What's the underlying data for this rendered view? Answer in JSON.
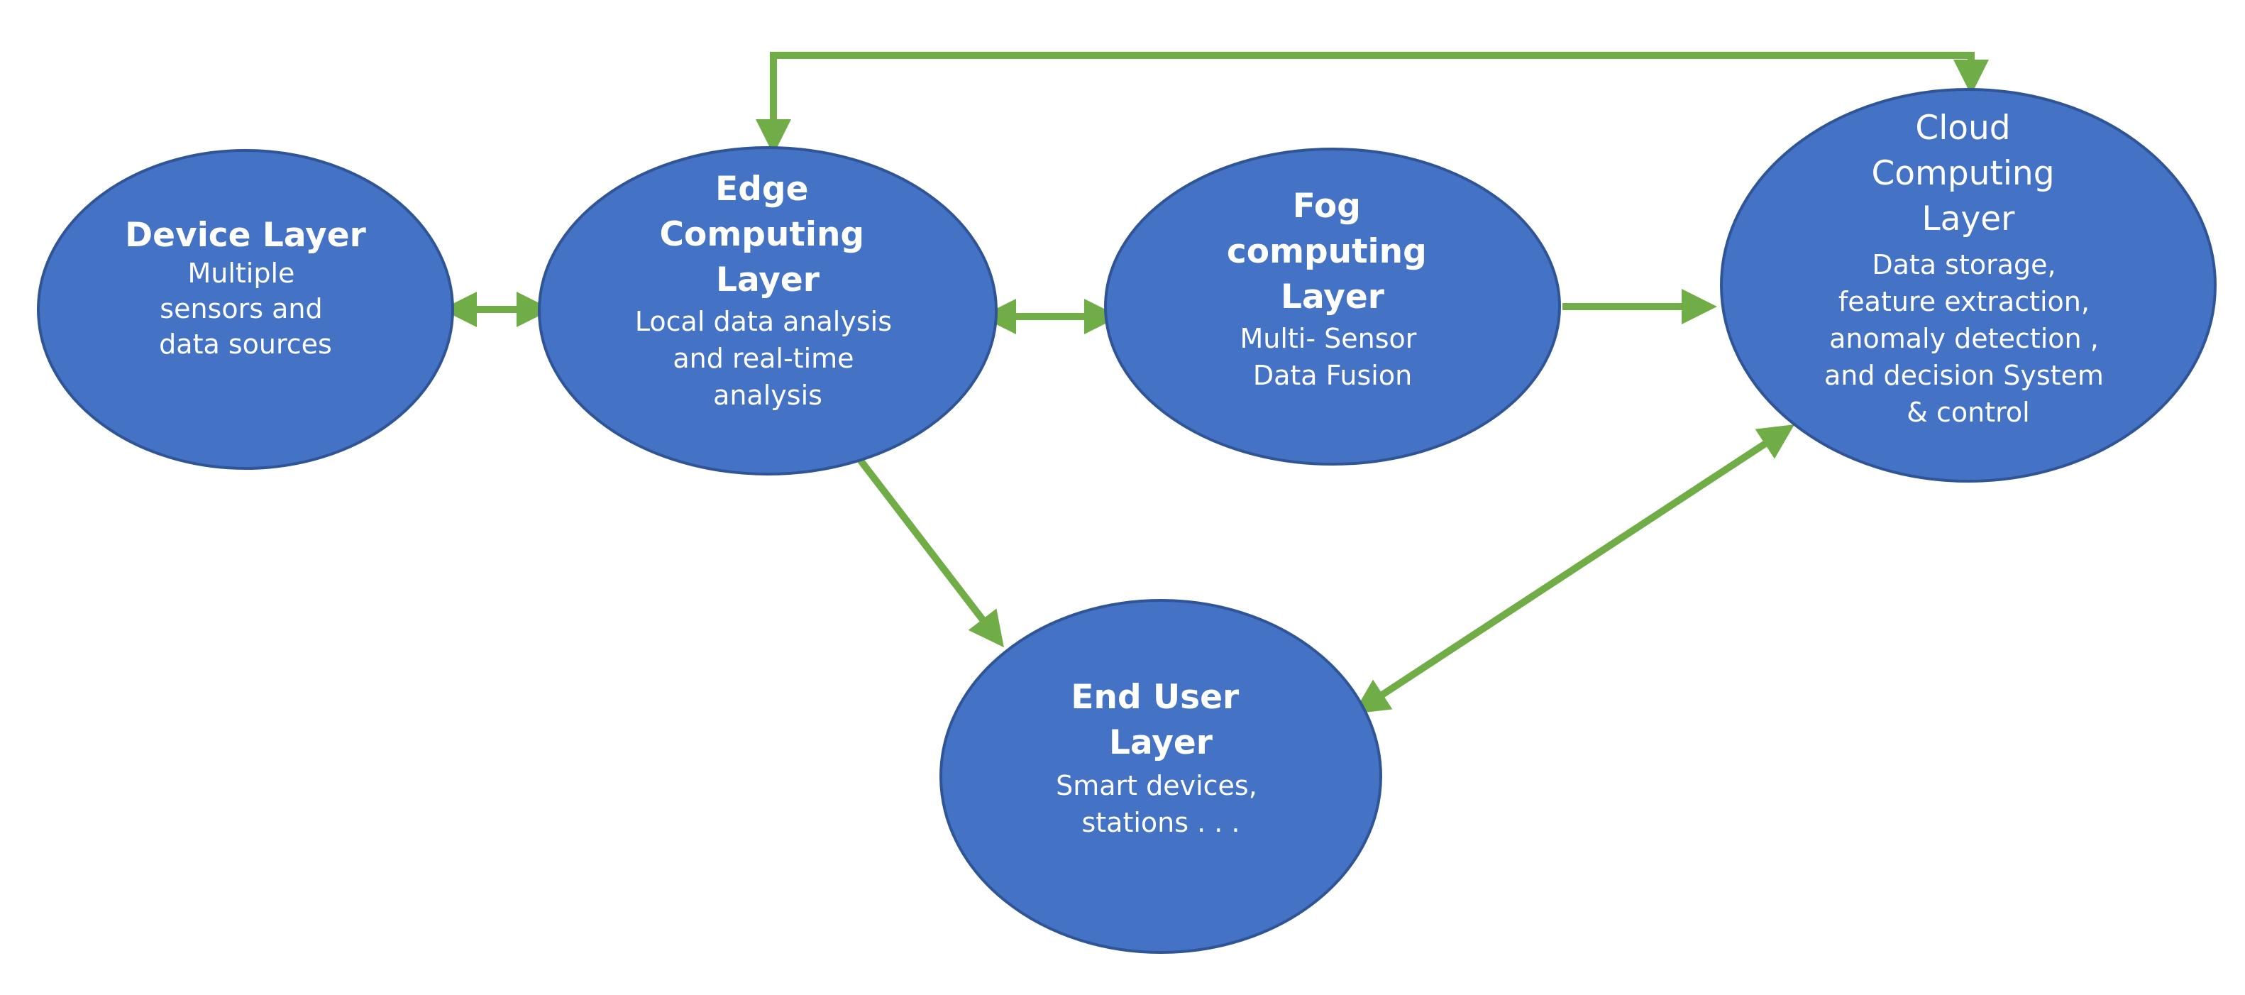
{
  "colors": {
    "node_fill": "#4472c4",
    "node_stroke": "#2f5597",
    "arrow": "#70ad47",
    "text": "#ffffff"
  },
  "nodes": {
    "device": {
      "title": [
        "Device Layer"
      ],
      "desc": [
        "Multiple",
        "sensors and",
        "data sources"
      ]
    },
    "edge": {
      "title": [
        "Edge",
        "Computing",
        "Layer"
      ],
      "desc": [
        "Local data analysis",
        "and real-time",
        "analysis"
      ]
    },
    "fog": {
      "title": [
        "Fog",
        "computing",
        "Layer"
      ],
      "desc": [
        "Multi- Sensor",
        "Data Fusion"
      ]
    },
    "cloud": {
      "title": [
        "Cloud",
        "Computing",
        "Layer"
      ],
      "desc": [
        "Data storage,",
        "feature extraction,",
        "anomaly detection ,",
        "and decision System",
        "& control"
      ]
    },
    "enduser": {
      "title": [
        "End User",
        "Layer"
      ],
      "desc": [
        "Smart devices,",
        "stations . . ."
      ]
    }
  },
  "connections": [
    {
      "from": "device",
      "to": "edge",
      "direction": "both"
    },
    {
      "from": "edge",
      "to": "fog",
      "direction": "both"
    },
    {
      "from": "fog",
      "to": "cloud",
      "direction": "forward"
    },
    {
      "from": "edge",
      "to": "cloud",
      "direction": "both",
      "route": "over-top"
    },
    {
      "from": "edge",
      "to": "enduser",
      "direction": "forward"
    },
    {
      "from": "enduser",
      "to": "cloud",
      "direction": "both"
    }
  ]
}
